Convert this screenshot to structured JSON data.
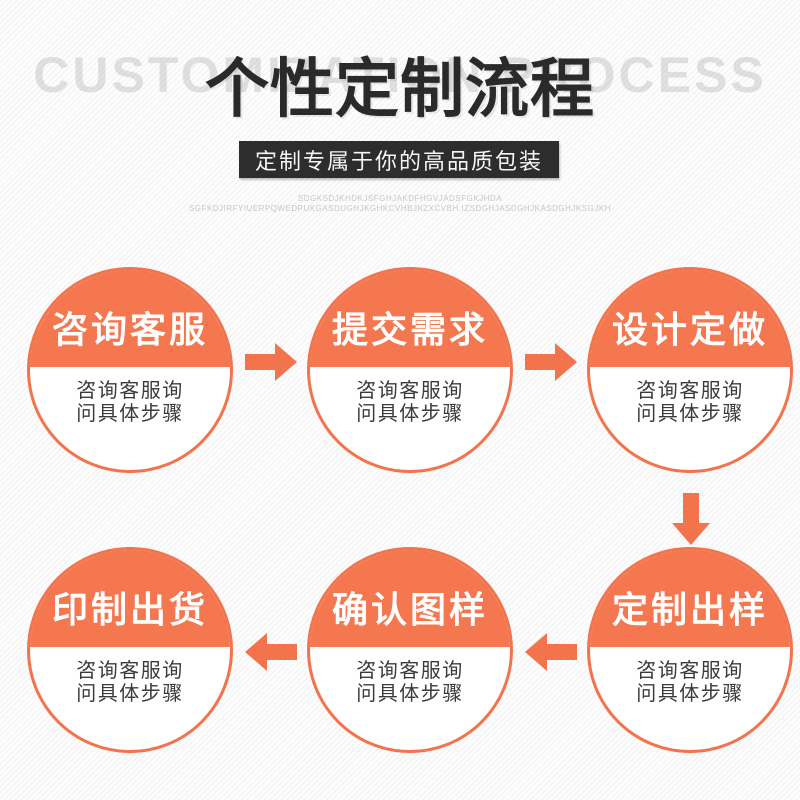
{
  "colors": {
    "accent": "#f3734c",
    "circle_fill": "#f4774f",
    "title_color": "#2a2a2a",
    "banner_bg": "#2d2d2d",
    "watermark_color": "#d9d9d9",
    "desc_color": "#3b3b3b"
  },
  "header": {
    "watermark": "CUSTOMIZATION PROCESS",
    "title": "个性定制流程",
    "banner": "定制专属于你的高品质包装",
    "fineprint_line1": "SDGKSDJKHDKJSFGHJAKDFHGVJADSFGKJHDA",
    "fineprint_line2": "SGFKDJIRFYIUERPQWEDPUKGASDUGHJKGHKCVHBJKZXCVBH.IZSDGHJASDGHJKASDGHJKSGJKH"
  },
  "steps": [
    {
      "title": "咨询客服",
      "desc_line1": "咨询客服询",
      "desc_line2": "问具体步骤"
    },
    {
      "title": "提交需求",
      "desc_line1": "咨询客服询",
      "desc_line2": "问具体步骤"
    },
    {
      "title": "设计定做",
      "desc_line1": "咨询客服询",
      "desc_line2": "问具体步骤"
    },
    {
      "title": "定制出样",
      "desc_line1": "咨询客服询",
      "desc_line2": "问具体步骤"
    },
    {
      "title": "确认图样",
      "desc_line1": "咨询客服询",
      "desc_line2": "问具体步骤"
    },
    {
      "title": "印制出货",
      "desc_line1": "咨询客服询",
      "desc_line2": "问具体步骤"
    }
  ],
  "icons": {
    "arrow_right": "block arrow pointing right",
    "arrow_left": "block arrow pointing left",
    "arrow_down": "block arrow pointing down"
  }
}
